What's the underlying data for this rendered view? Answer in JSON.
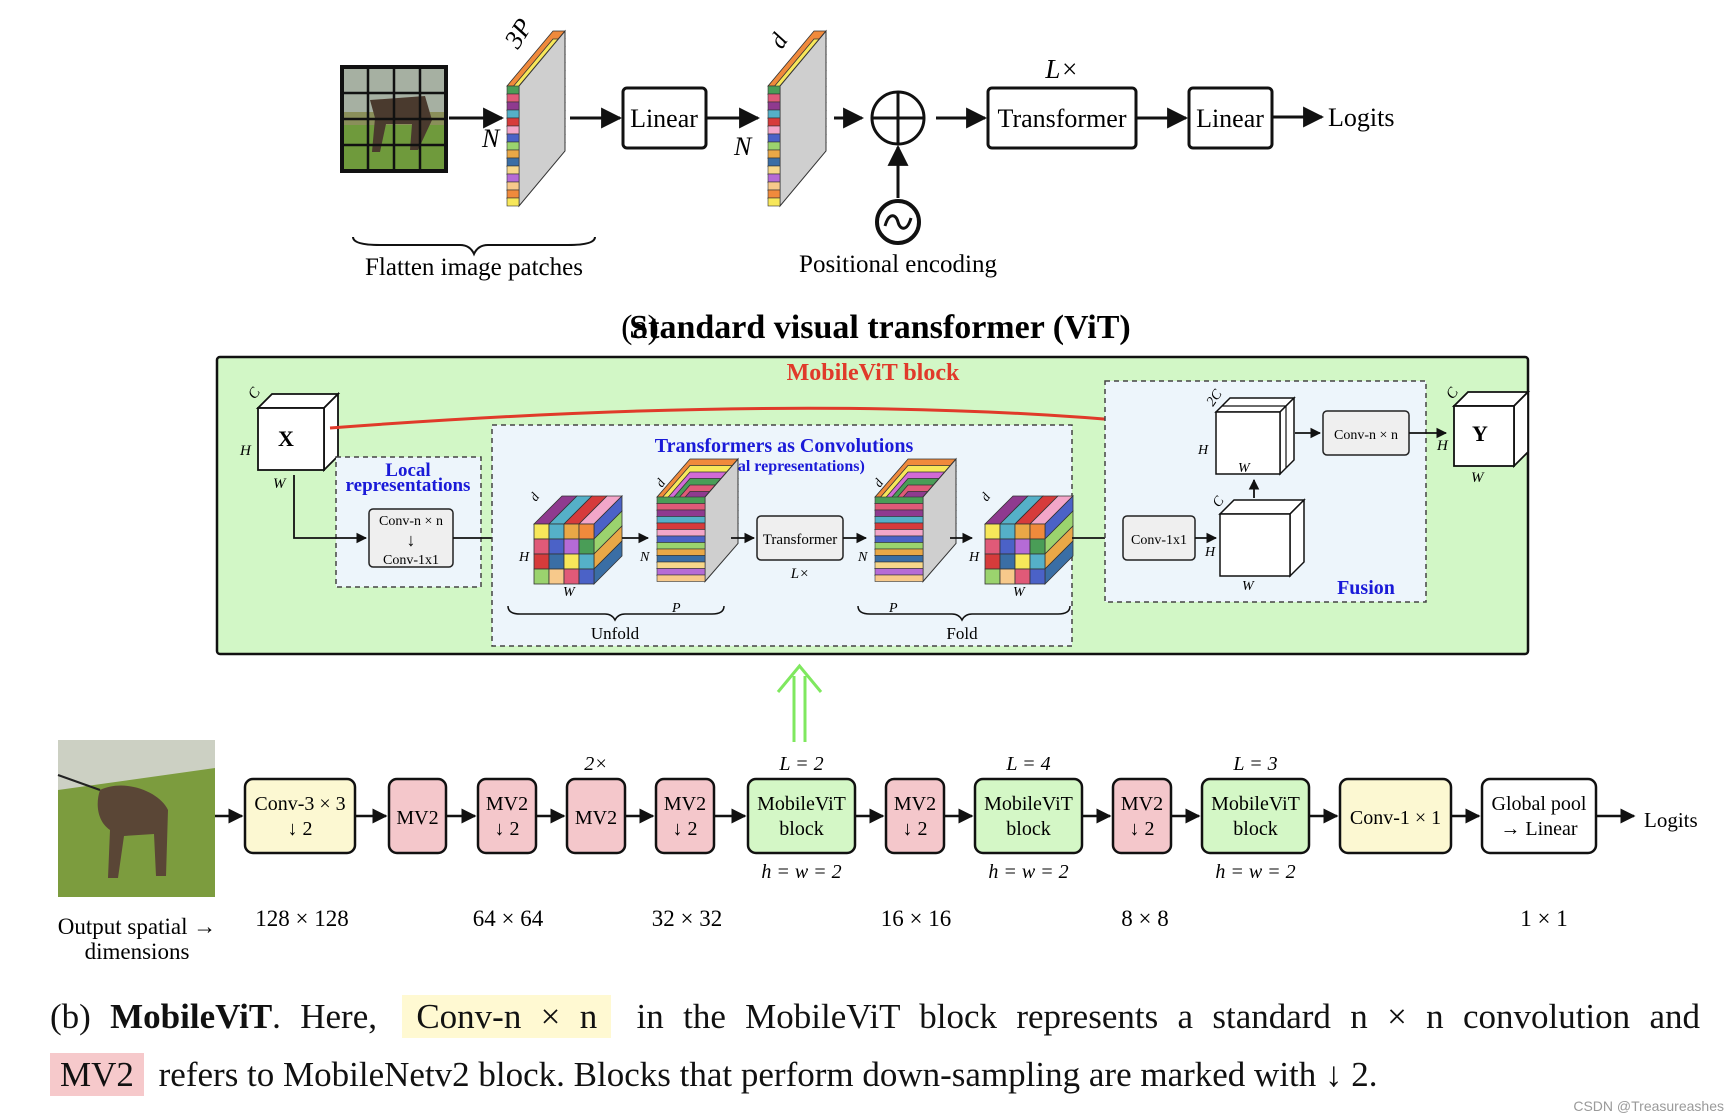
{
  "vit": {
    "flatten_label": "Flatten image patches",
    "patch_dim_label": "3P",
    "n_label": "N",
    "d_label": "d",
    "linear1_label": "Linear",
    "linear2_label": "Linear",
    "transformer_label": "Transformer",
    "repeat_label": "L×",
    "positional_label": "Positional encoding",
    "logits_label": "Logits",
    "caption_prefix": "(a)",
    "caption_title": "Standard visual transformer (ViT)"
  },
  "block": {
    "title": "MobileViT block",
    "x_label": "X",
    "y_label": "Y",
    "c_label": "C",
    "two_c_label": "2C",
    "h_label": "H",
    "w_label": "W",
    "p_label": "P",
    "n_label": "N",
    "d_label": "d",
    "local_title_1": "Local",
    "local_title_2": "representations",
    "local_conv_top": "Conv-n × n",
    "local_arrow": "↓",
    "local_conv_bottom": "Conv-1x1",
    "tac_title": "Transformers as Convolutions",
    "tac_subtitle": "(global representations)",
    "transformer_label": "Transformer",
    "repeat_label": "L×",
    "unfold_label": "Unfold",
    "fold_label": "Fold",
    "fusion_label": "Fusion",
    "fusion_conv_label": "Conv-1x1",
    "out_conv_label": "Conv-n × n"
  },
  "pipeline": {
    "stages": [
      {
        "line1": "Conv-3 × 3",
        "line2": "↓ 2",
        "kind": "conv",
        "above": "",
        "below": ""
      },
      {
        "line1": "MV2",
        "line2": "",
        "kind": "mv2",
        "above": "",
        "below": ""
      },
      {
        "line1": "MV2",
        "line2": "↓ 2",
        "kind": "mv2",
        "above": "",
        "below": ""
      },
      {
        "line1": "MV2",
        "line2": "",
        "kind": "mv2",
        "above": "2×",
        "below": ""
      },
      {
        "line1": "MV2",
        "line2": "↓ 2",
        "kind": "mv2",
        "above": "",
        "below": ""
      },
      {
        "line1": "MobileViT",
        "line2": "block",
        "kind": "mvit",
        "above": "L = 2",
        "below": "h = w = 2"
      },
      {
        "line1": "MV2",
        "line2": "↓ 2",
        "kind": "mv2",
        "above": "",
        "below": ""
      },
      {
        "line1": "MobileViT",
        "line2": "block",
        "kind": "mvit",
        "above": "L = 4",
        "below": "h = w = 2"
      },
      {
        "line1": "MV2",
        "line2": "↓ 2",
        "kind": "mv2",
        "above": "",
        "below": ""
      },
      {
        "line1": "MobileViT",
        "line2": "block",
        "kind": "mvit",
        "above": "L = 3",
        "below": "h = w = 2"
      },
      {
        "line1": "Conv-1 × 1",
        "line2": "",
        "kind": "conv",
        "above": "",
        "below": ""
      },
      {
        "line1": "Global pool",
        "line2": "→ Linear",
        "kind": "pool",
        "above": "",
        "below": ""
      }
    ],
    "logits_label": "Logits",
    "output_label_1": "Output spatial →",
    "output_label_2": "dimensions",
    "dims": [
      "128 × 128",
      "64 × 64",
      "32 × 32",
      "16 × 16",
      "8 × 8",
      "1 × 1"
    ]
  },
  "caption_b": {
    "prefix": "(b)",
    "title": "MobileViT",
    "text1": ". Here,",
    "conv_chip": "Conv-n × n",
    "text2": "in the MobileViT block represents a standard n × n convolution and",
    "mv2_chip": "MV2",
    "text3": "refers to MobileNetv2 block. Blocks that perform down-sampling are marked with ↓ 2."
  },
  "watermark": "CSDN @Treasureashes",
  "colors": {
    "block_bg": "#d2f7c6",
    "panel_bg": "#edf5fb",
    "title_red": "#e03a2a",
    "title_blue": "#1a1ad8",
    "conv_fill": "#fcf8d2",
    "mv2_fill": "#f4c7cb",
    "mvit_fill": "#d4f7c6",
    "pool_fill": "#ffffff",
    "up_arrow": "#7fe85f"
  }
}
